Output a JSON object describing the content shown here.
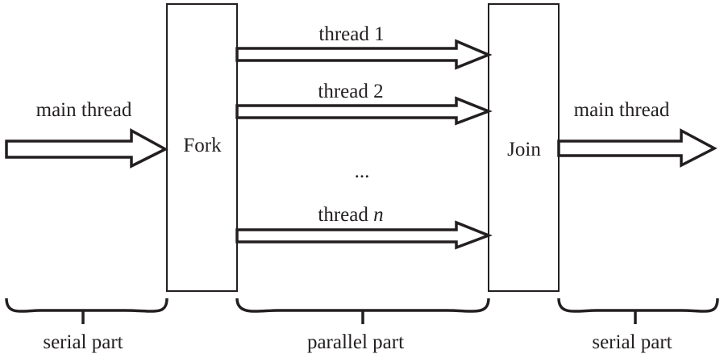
{
  "labels": {
    "main_thread_in": "main thread",
    "main_thread_out": "main thread",
    "fork": "Fork",
    "join": "Join",
    "thread_1": "thread 1",
    "thread_2": "thread 2",
    "ellipsis": "...",
    "thread_n_prefix": "thread ",
    "thread_n_var": "n",
    "serial_part_left": "serial part",
    "parallel_part": "parallel part",
    "serial_part_right": "serial part"
  },
  "colors": {
    "stroke": "#231f20",
    "background": "#ffffff"
  }
}
